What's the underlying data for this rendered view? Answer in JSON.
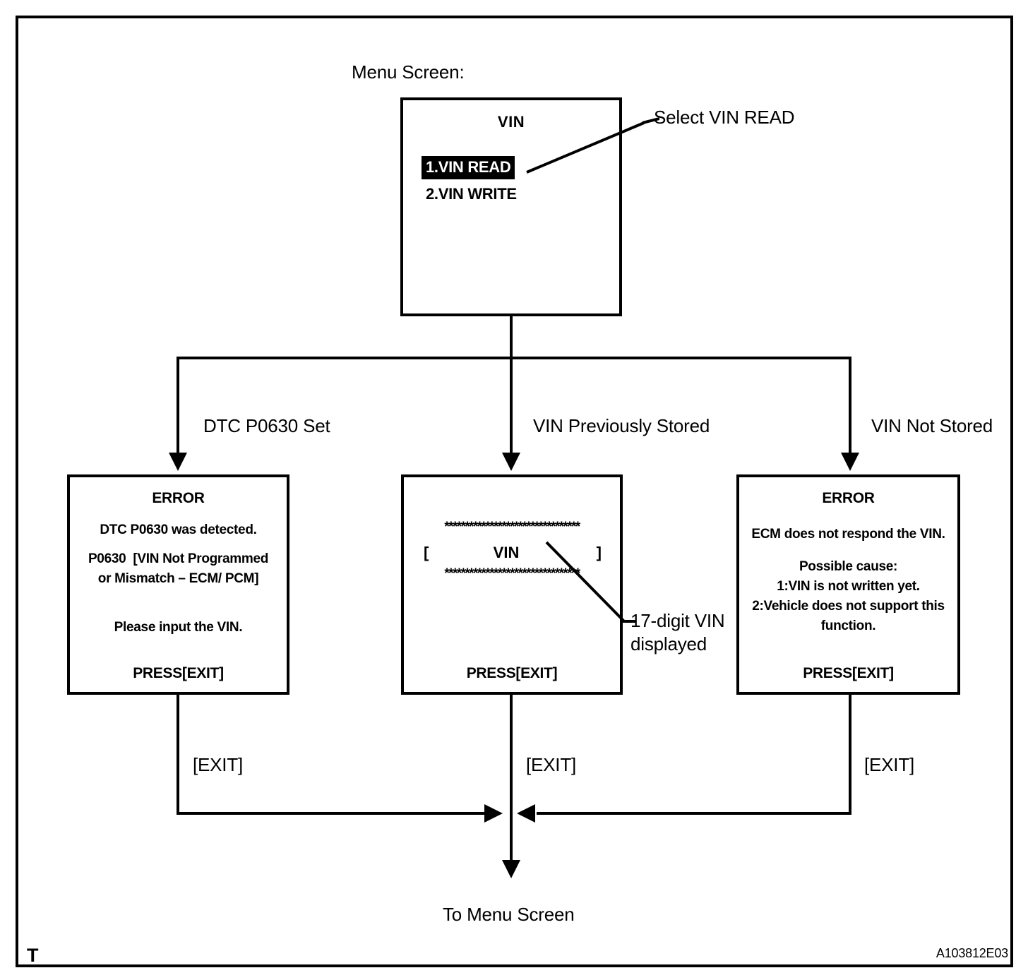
{
  "document": {
    "corner_mark": "T",
    "code": "A103812E03"
  },
  "menu": {
    "caption": "Menu Screen:",
    "screen_title": "VIN",
    "items": [
      {
        "label": "1.VIN READ",
        "selected": true
      },
      {
        "label": "2.VIN WRITE",
        "selected": false
      }
    ],
    "callout": "Select VIN READ"
  },
  "branches": [
    {
      "label": "DTC P0630 Set"
    },
    {
      "label": "VIN Previously Stored"
    },
    {
      "label": "VIN Not Stored"
    }
  ],
  "screens": {
    "error_dtc": {
      "title": "ERROR",
      "lines": [
        "DTC P0630 was detected.",
        "P0630  [VIN Not Programmed",
        "or Mismatch – ECM/ PCM]",
        "Please input the VIN."
      ],
      "press": "PRESS[EXIT]"
    },
    "vin_read": {
      "stars_top": "*********************************",
      "bracket_left": "[",
      "vin_label": "VIN",
      "bracket_right": "]",
      "stars_bottom": "*********************************",
      "press": "PRESS[EXIT]",
      "callout_line1": "17-digit VIN",
      "callout_line2": "displayed"
    },
    "error_no_response": {
      "title": "ERROR",
      "lines": [
        "ECM does not respond the VIN.",
        "Possible cause:",
        "1:VIN is not written yet.",
        "2:Vehicle does not support this",
        "function."
      ],
      "press": "PRESS[EXIT]"
    }
  },
  "exits": [
    {
      "label": "[EXIT]"
    },
    {
      "label": "[EXIT]"
    },
    {
      "label": "[EXIT]"
    }
  ],
  "footer": {
    "to_menu": "To Menu Screen"
  },
  "colors": {
    "ink": "#000000",
    "paper": "#ffffff"
  }
}
